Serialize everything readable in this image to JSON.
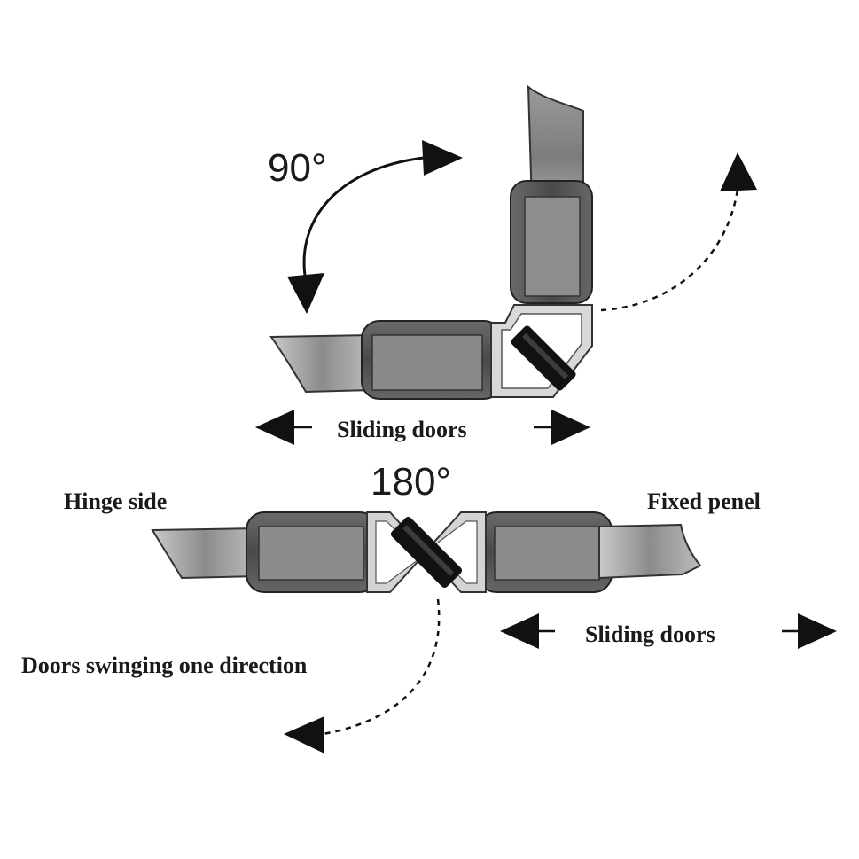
{
  "labels": {
    "angle_90": "90°",
    "angle_180": "180°",
    "sliding_doors_top": "Sliding doors",
    "sliding_doors_bottom": "Sliding doors",
    "hinge_side": "Hinge side",
    "fixed_panel": "Fixed penel",
    "doors_swinging": "Doors swinging one direction"
  },
  "colors": {
    "glass_light": "#b9b9b9",
    "glass_dark": "#6e6e6e",
    "seal_body": "#555555",
    "seal_dark": "#2a2a2a",
    "magnet": "#111111",
    "arrow": "#111111",
    "text": "#1a1a1a"
  }
}
